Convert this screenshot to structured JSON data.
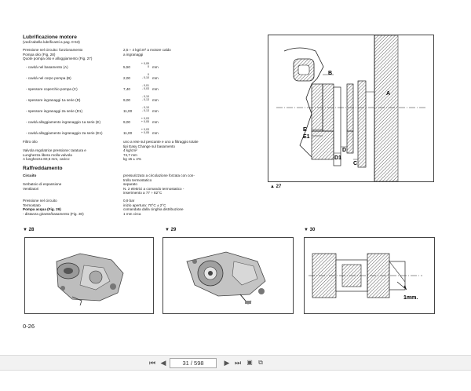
{
  "page": {
    "heading_lub": "Lubrificazione motore",
    "note_lub": "(vedi tabella lubrificanti a pag. 0-53)",
    "left_lines": [
      "Pressione nel circuito: funzionamento",
      "Pompa olio (Fig. 28)",
      "Quote pompa olio e alloggiamento (Fig. 27)",
      "- cavità nel basamento (A)",
      "- cavità nel corpo pompa (B)",
      "- spessore coperchio pompa (C)",
      "- spessore ingranaggi 1a serie (D)",
      "- spessore ingranaggi 2a serie (D1)",
      "- cavità alloggiamento ingranaggio 1a serie (E)",
      "- cavità alloggiamento ingranaggio 2a serie (E1)",
      "Filtro olio",
      "Valvola regolatrice pressione: taratura e",
      "Lunghezza libera molla valvola",
      "A lunghezza 60,5 mm, carico:"
    ],
    "right_lines": [
      "2,5 ÷ 4 kg/cm² a motore caldo",
      "a ingranaggi",
      "5,50",
      "2,00",
      "7,40",
      "9,00",
      "11,00",
      "9,00",
      "11,00",
      "uno a rete sul pescante e uno a filtraggio totale",
      "tipi Easy Change sul basamento",
      "4 kg/cm²",
      "74,7 mm",
      "kg 15 ± 4%"
    ],
    "tolerances": [
      [
        "+ 0,05",
        "0"
      ],
      [
        "0",
        "- 0,10"
      ],
      [
        "- 0,01",
        "- 0,03"
      ],
      [
        "- 0,10",
        "- 0,13"
      ],
      [
        "- 0,10",
        "- 0,13"
      ],
      [
        "+ 0,03",
        "+ 0,05"
      ],
      [
        "+ 0,03",
        "+ 0,05"
      ]
    ],
    "unit": "mm",
    "heading_raff": "Raffreddamento",
    "circuit_label": "Circuito",
    "cool_left": [
      "Serbatoio di espansione",
      "Ventilatori",
      "Pressione nel circuito",
      "Termostato",
      "Pompa acqua (Fig. 29)",
      "- distanza girante/basamento (Fig. 30)"
    ],
    "cool_right": [
      "pressurizzato a circolazione forzata con con-",
      "trollo termostatico",
      "separato",
      "N. 2 elettrici a comando termostatico -",
      "inserimento a 77 ÷ 82°C",
      "0,9 bar",
      "inizio apertura: 70°C ± 2°C",
      "comandata dalla cinghia distribuzione",
      "1 mm circa"
    ],
    "fig27_label": "▲ 27",
    "fig28_label": "▼ 28",
    "fig29_label": "▼ 29",
    "fig30_label": "▼ 30",
    "fig27_letters": [
      "B",
      "A",
      "E",
      "E1",
      "D",
      "D1",
      "C"
    ],
    "fig30_text": "1mm.",
    "page_number": "0-26"
  },
  "toolbar": {
    "page_value": "31 / 598",
    "icons": [
      "first-page-icon",
      "prev-page-icon",
      "next-page-icon",
      "last-page-icon",
      "fit-page-icon",
      "fit-width-icon"
    ]
  }
}
